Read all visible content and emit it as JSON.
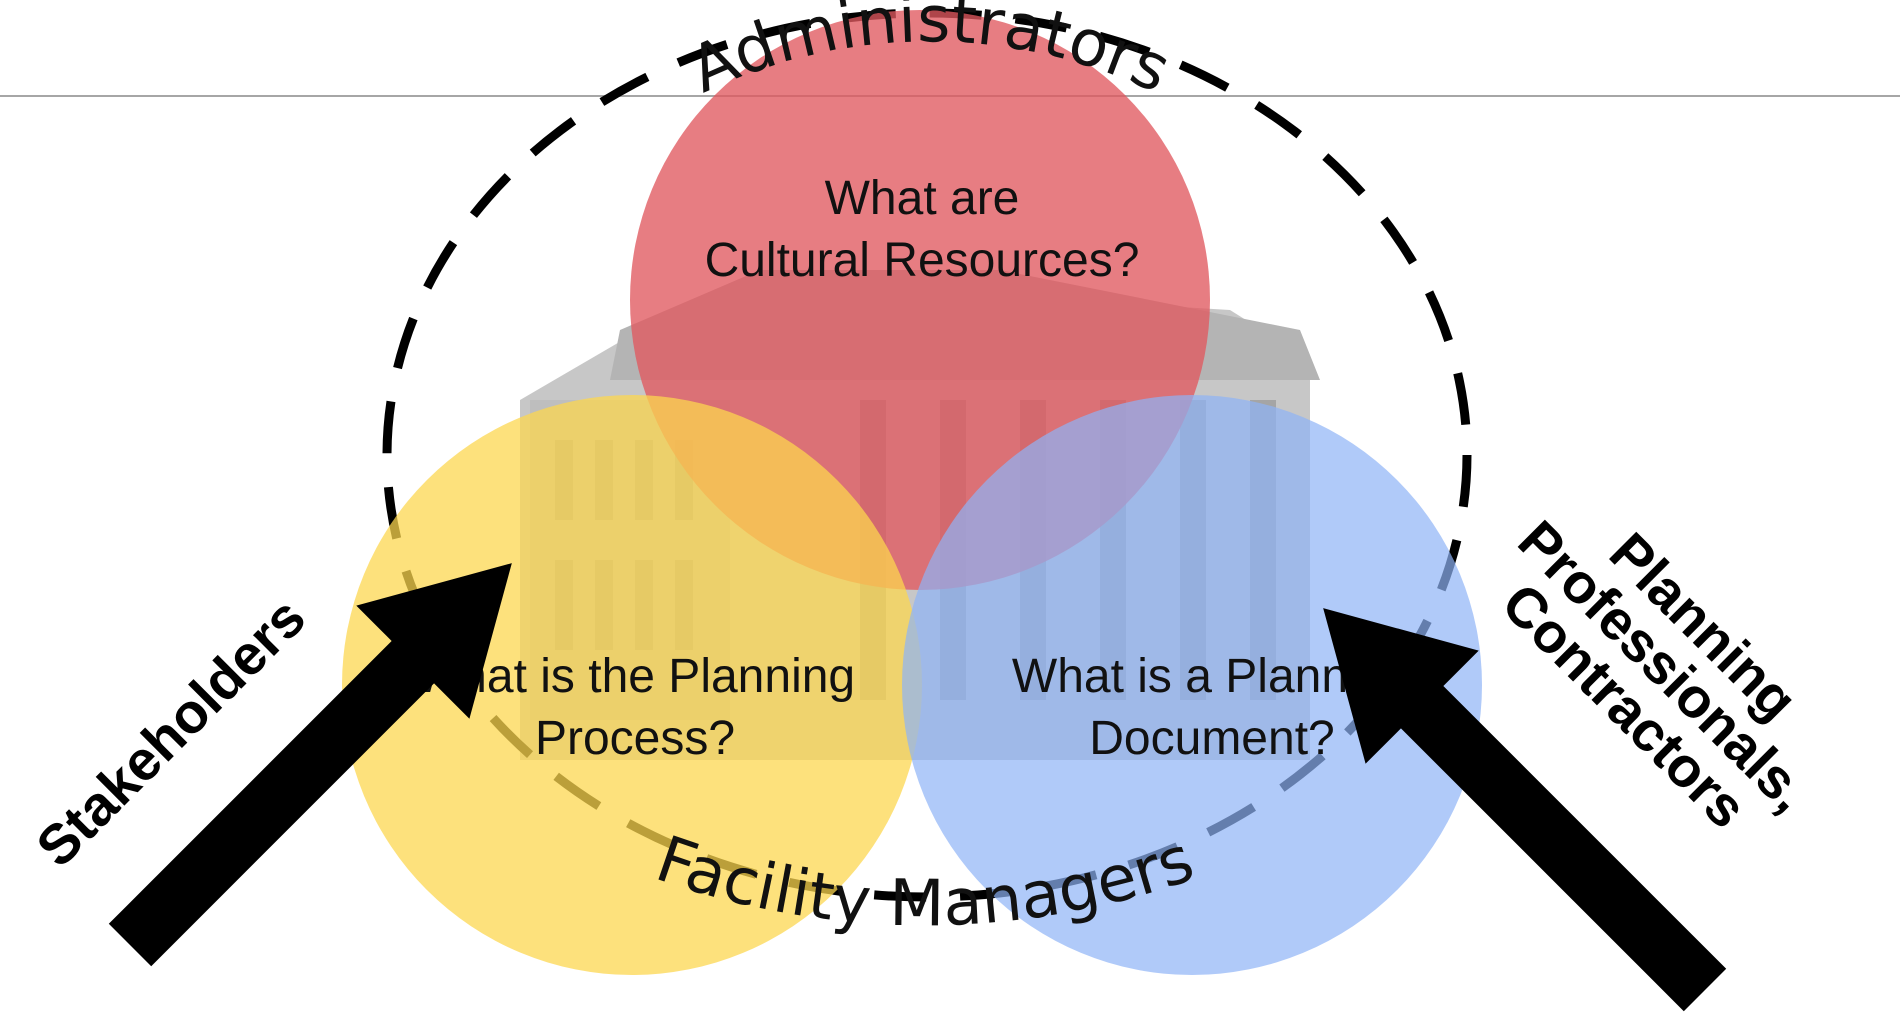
{
  "diagram": {
    "colors": {
      "top_circle": "#e0585f",
      "left_circle": "#fcd64e",
      "right_circle": "#8fb4f6",
      "dashed_ring": "#000000",
      "arrows": "#000000",
      "divider": "#a6a6a6"
    },
    "outer_labels": {
      "top": "Administrators",
      "bottom": "Facility Managers",
      "left": "Stakeholders",
      "right_line1": "Planning",
      "right_line2": "Professionals,",
      "right_line3": "Contractors"
    },
    "circles": {
      "top": {
        "line1": "What are",
        "line2": "Cultural Resources?"
      },
      "left": {
        "line1": "What is the Planning",
        "line2": "Process?"
      },
      "right": {
        "line1": "What is a Planning",
        "line2": "Document?"
      }
    },
    "icons": {
      "background": "historic-building-icon",
      "left_arrow": "arrow-up-right-icon",
      "right_arrow": "arrow-up-left-icon"
    }
  }
}
